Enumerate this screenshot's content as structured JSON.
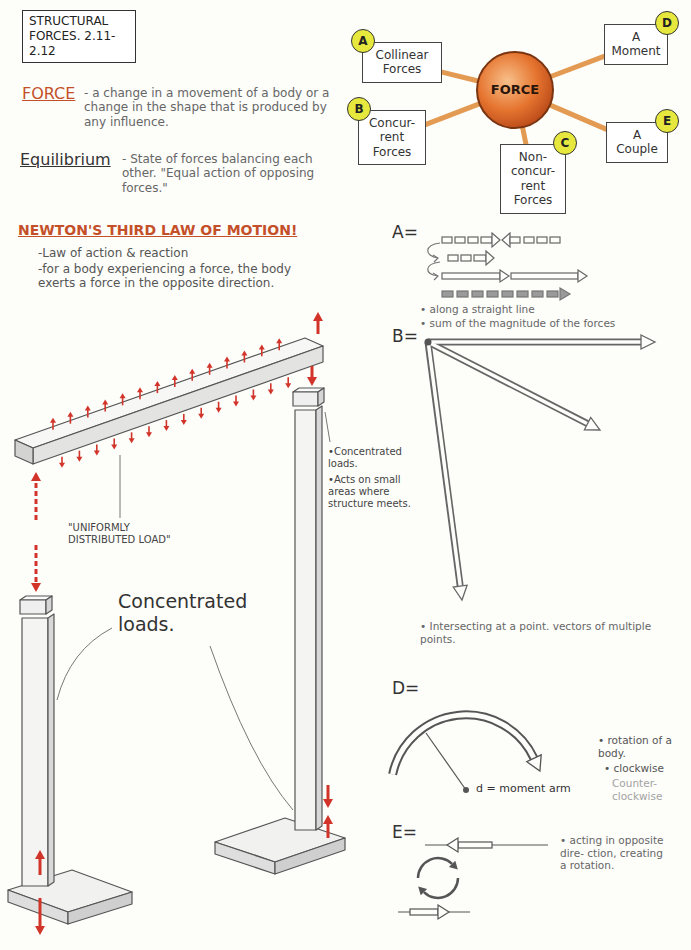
{
  "diagram": {
    "title": "STRUCTURAL FORCES. 2.11-2.12",
    "nodes": [
      {
        "text": [
          "A",
          "Collinear Forces"
        ]
      },
      {
        "text": [
          "FORCE"
        ]
      },
      {
        "text": [
          "D",
          "A Moment"
        ]
      },
      {
        "text": [
          "B",
          "Concur- rent Forces"
        ]
      },
      {
        "text": [
          "E",
          "A Couple"
        ]
      },
      {
        "text": [
          "C",
          "Non- concur- rent Forces"
        ]
      }
    ],
    "edges": [
      {
        "from": 1,
        "to": 0,
        "arrow": "none"
      },
      {
        "from": 1,
        "to": 2,
        "arrow": "none"
      },
      {
        "from": 1,
        "to": 3,
        "arrow": "none"
      },
      {
        "from": 1,
        "to": 4,
        "arrow": "none"
      },
      {
        "from": 1,
        "to": 5,
        "arrow": "none"
      }
    ],
    "labels": [
      "FORCE",
      "- a change in a movement of a body or a change in the shape that is produced by any influence.",
      "Equilibrium",
      "- State of forces balancing each other. \"Equal action of opposing forces.\"",
      "NEWTON'S THIRD LAW OF MOTION!",
      "-Law of action & reaction",
      "-for a body experiencing a force, the body exerts a force in the opposite direction.",
      "\"UNIFORMLY DISTRIBUTED LOAD\"",
      "•Concentrated loads.",
      "•Acts on small areas where structure meets.",
      "Concentrated loads.",
      "A=",
      "• along a straight line",
      "• sum of the magnitude of the forces",
      "B=",
      "• Intersecting at a point. vectors of multiple points.",
      "D=",
      "d = moment arm",
      "• rotation of a body.",
      "• clockwise",
      "Counter- clockwise",
      "E=",
      "• acting in opposite dire- ction, creating a rotation."
    ]
  }
}
